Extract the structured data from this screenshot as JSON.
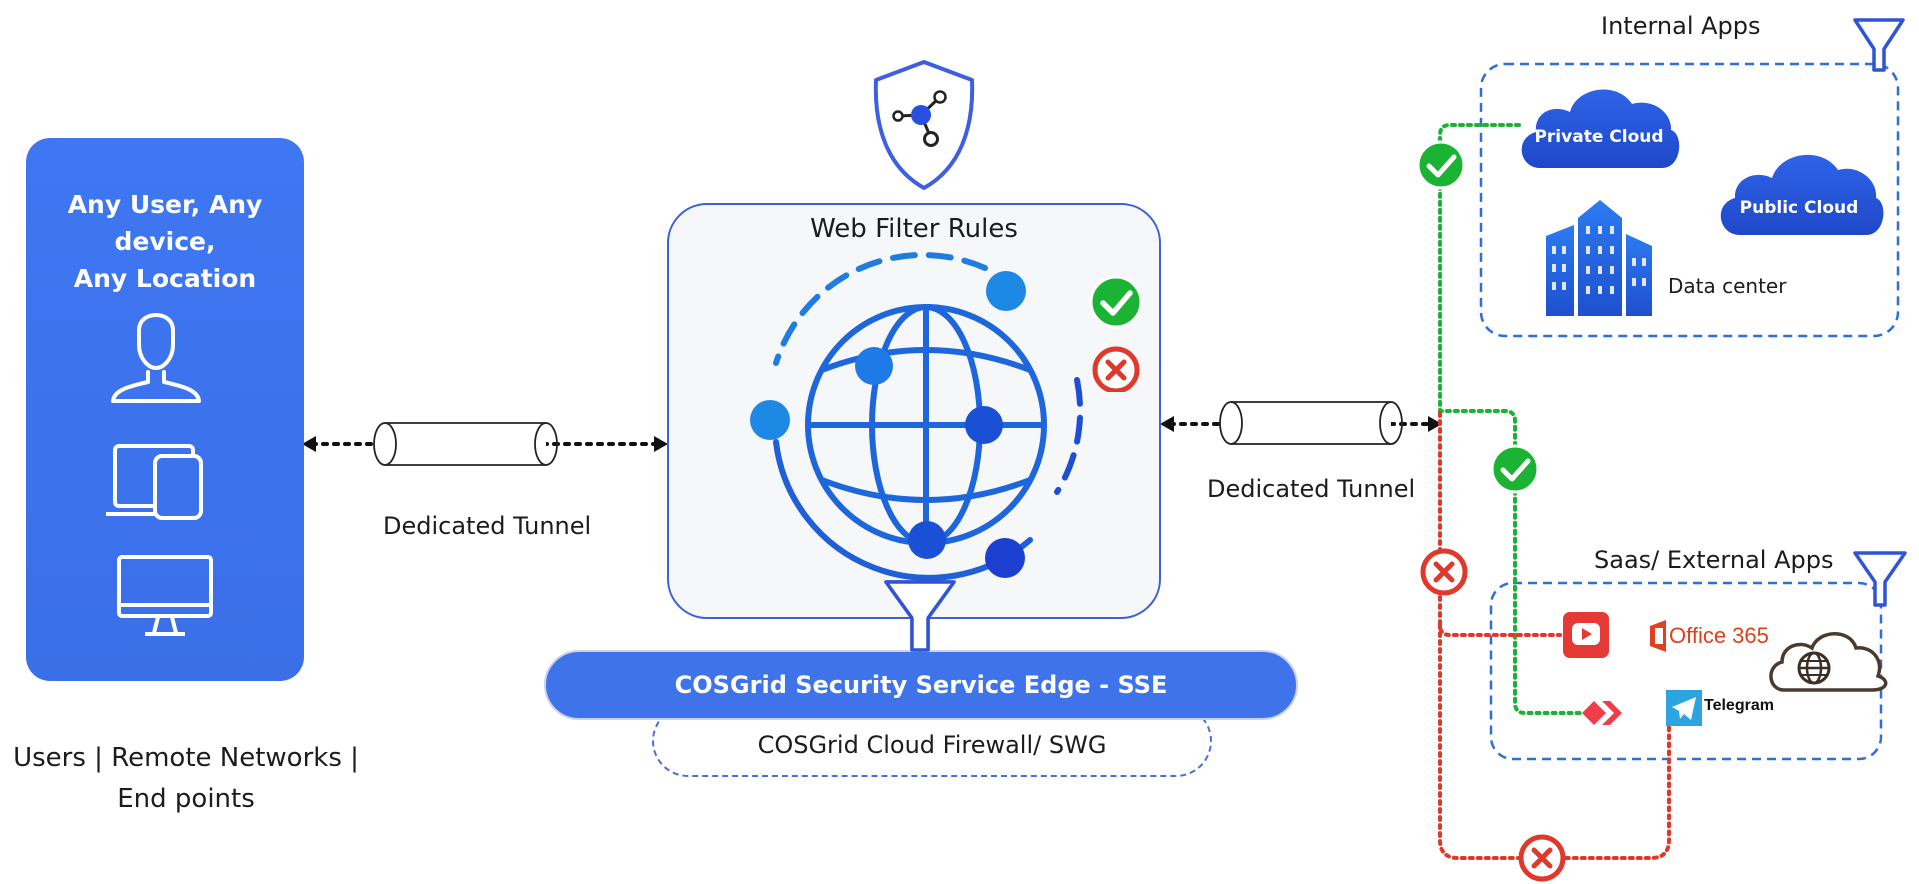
{
  "left": {
    "card_title_line1": "Any User, Any device,",
    "card_title_line2": "Any Location",
    "caption_line1": "Users | Remote Networks |",
    "caption_line2": "End points",
    "icons": [
      "user-icon",
      "devices-icon",
      "desktop-icon"
    ]
  },
  "tunnels": {
    "left_label": "Dedicated Tunnel",
    "right_label": "Dedicated Tunnel"
  },
  "center": {
    "panel_title": "Web Filter Rules",
    "sse_label": "COSGrid Security Service Edge - SSE",
    "firewall_label": "COSGrid Cloud Firewall/ SWG",
    "icons": [
      "shield-network-icon",
      "globe-network-icon",
      "allow-check-icon",
      "block-x-icon",
      "funnel-icon"
    ]
  },
  "internal": {
    "title": "Internal Apps",
    "private_cloud": "Private Cloud",
    "public_cloud": "Public Cloud",
    "data_center": "Data center"
  },
  "external": {
    "title": "Saas/ External  Apps",
    "office": "Office 365",
    "telegram": "Telegram",
    "icons": [
      "youtube-icon",
      "office365-icon",
      "anydesk-icon",
      "telegram-icon",
      "web-cloud-icon"
    ]
  },
  "colors": {
    "brand_blue": "#3f73ea",
    "allow_green": "#1bb333",
    "block_red": "#e0392b",
    "dashed_blue": "#2f6fd8"
  }
}
